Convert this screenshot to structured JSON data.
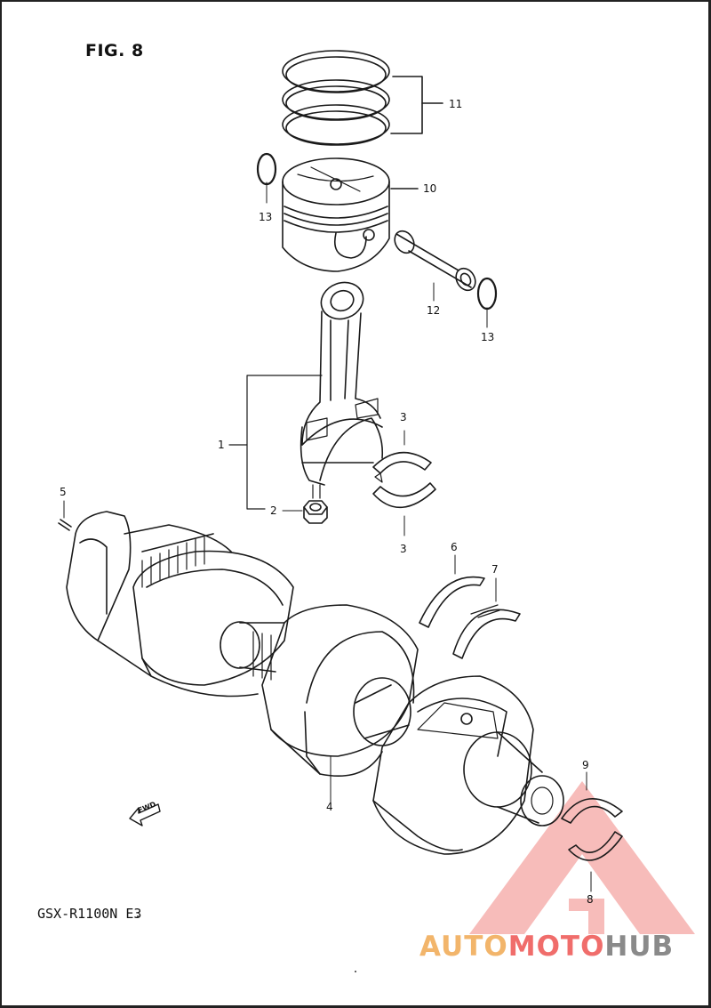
{
  "figure_title": "FIG. 8",
  "model_code": "GSX-R1100N E3",
  "fwd_label": "FWD",
  "watermark": {
    "part1": "AUTO",
    "part2": "MOTO",
    "part3": "HUB",
    "colors": [
      "#f2b56b",
      "#f06d6b",
      "#8a8a8a"
    ]
  },
  "callouts": {
    "c1": "1",
    "c2": "2",
    "c3a": "3",
    "c3b": "3",
    "c4": "4",
    "c5": "5",
    "c6": "6",
    "c7": "7",
    "c8": "8",
    "c9": "9",
    "c10": "10",
    "c11": "11",
    "c12": "12",
    "c13a": "13",
    "c13b": "13"
  }
}
